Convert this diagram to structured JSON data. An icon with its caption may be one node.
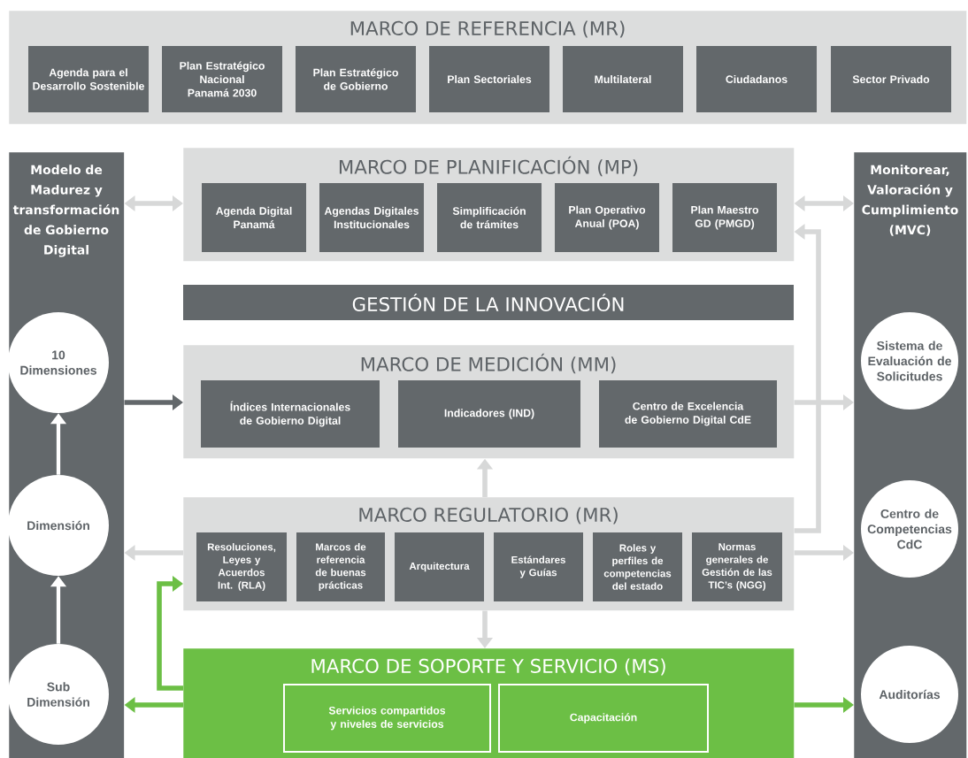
{
  "diagram": {
    "nodes": [
      {
        "text": [
          "MARCO DE REFERENCIA (MR)"
        ]
      },
      {
        "text": [
          "Agenda para el Desarrollo Sostenible"
        ],
        "in": 0
      },
      {
        "text": [
          "Plan Estratégico Nacional Panamá 2030"
        ],
        "in": 0
      },
      {
        "text": [
          "Plan Estratégico de Gobierno"
        ],
        "in": 0
      },
      {
        "text": [
          "Plan Sectoriales"
        ],
        "in": 0
      },
      {
        "text": [
          "Multilateral"
        ],
        "in": 0
      },
      {
        "text": [
          "Ciudadanos"
        ],
        "in": 0
      },
      {
        "text": [
          "Sector Privado"
        ],
        "in": 0
      },
      {
        "text": [
          "Modelo de Madurez y transformación de Gobierno Digital"
        ]
      },
      {
        "text": [
          "10 Dimensiones"
        ],
        "in": 8
      },
      {
        "text": [
          "Dimensión"
        ],
        "in": 8
      },
      {
        "text": [
          "Sub Dimensión"
        ],
        "in": 8
      },
      {
        "text": [
          "Monitorear, Valoración y Cumplimiento (MVC)"
        ]
      },
      {
        "text": [
          "Sistema de Evaluación de Solicitudes"
        ],
        "in": 12
      },
      {
        "text": [
          "Centro de Competencias CdC"
        ],
        "in": 12
      },
      {
        "text": [
          "Auditorías"
        ],
        "in": 12
      },
      {
        "text": [
          "MARCO DE PLANIFICACIÓN (MP)"
        ]
      },
      {
        "text": [
          "Agenda Digital Panamá"
        ],
        "in": 16
      },
      {
        "text": [
          "Agendas Digitales Institucionales"
        ],
        "in": 16
      },
      {
        "text": [
          "Simplificación de trámites"
        ],
        "in": 16
      },
      {
        "text": [
          "Plan Operativo Anual (POA)"
        ],
        "in": 16
      },
      {
        "text": [
          "Plan Maestro GD (PMGD)"
        ],
        "in": 16
      },
      {
        "text": [
          "GESTIÓN DE LA INNOVACIÓN"
        ]
      },
      {
        "text": [
          "MARCO DE MEDICIÓN (MM)"
        ]
      },
      {
        "text": [
          "Índices Internacionales de Gobierno Digital"
        ],
        "in": 23
      },
      {
        "text": [
          "Indicadores (IND)"
        ],
        "in": 23
      },
      {
        "text": [
          "Centro de Excelencia de Gobierno Digital CdE"
        ],
        "in": 23
      },
      {
        "text": [
          "MARCO REGULATORIO (MR)"
        ]
      },
      {
        "text": [
          "Resoluciones, Leyes y Acuerdos Int. (RLA)"
        ],
        "in": 27
      },
      {
        "text": [
          "Marcos de referencia de buenas prácticas"
        ],
        "in": 27
      },
      {
        "text": [
          "Arquitectura"
        ],
        "in": 27
      },
      {
        "text": [
          "Estándares y Guías"
        ],
        "in": 27
      },
      {
        "text": [
          "Roles y perfiles de competencias del estado"
        ],
        "in": 27
      },
      {
        "text": [
          "Normas generales de Gestión de las TIC’s (NGG)"
        ],
        "in": 27
      },
      {
        "text": [
          "MARCO DE SOPORTE Y SERVICIO (MS)"
        ]
      },
      {
        "text": [
          "Servicios compartidos y niveles de servicios"
        ],
        "in": 34
      },
      {
        "text": [
          "Capacitación"
        ],
        "in": 34
      }
    ],
    "edges": [
      {
        "from": 8,
        "to": 16,
        "arrow": "both"
      },
      {
        "from": 16,
        "to": 12,
        "arrow": "both"
      },
      {
        "from": 8,
        "to": 23,
        "arrow": "to",
        "color": "#63686b"
      },
      {
        "from": 23,
        "to": 12,
        "arrow": "to"
      },
      {
        "from": 10,
        "to": 9,
        "arrow": "to",
        "color": "#ffffff"
      },
      {
        "from": 11,
        "to": 10,
        "arrow": "to",
        "color": "#ffffff"
      },
      {
        "from": 27,
        "to": 23,
        "arrow": "to"
      },
      {
        "from": 27,
        "to": 34,
        "arrow": "to"
      },
      {
        "from": 27,
        "to": 16,
        "arrow": "to"
      },
      {
        "from": 27,
        "to": 8,
        "arrow": "to"
      },
      {
        "from": 27,
        "to": 12,
        "arrow": "to"
      },
      {
        "from": 34,
        "to": 27,
        "arrow": "to",
        "color": "#6cbf45"
      },
      {
        "from": 34,
        "to": 8,
        "arrow": "to",
        "color": "#6cbf45"
      },
      {
        "from": 34,
        "to": 12,
        "arrow": "to",
        "color": "#6cbf45"
      }
    ]
  }
}
